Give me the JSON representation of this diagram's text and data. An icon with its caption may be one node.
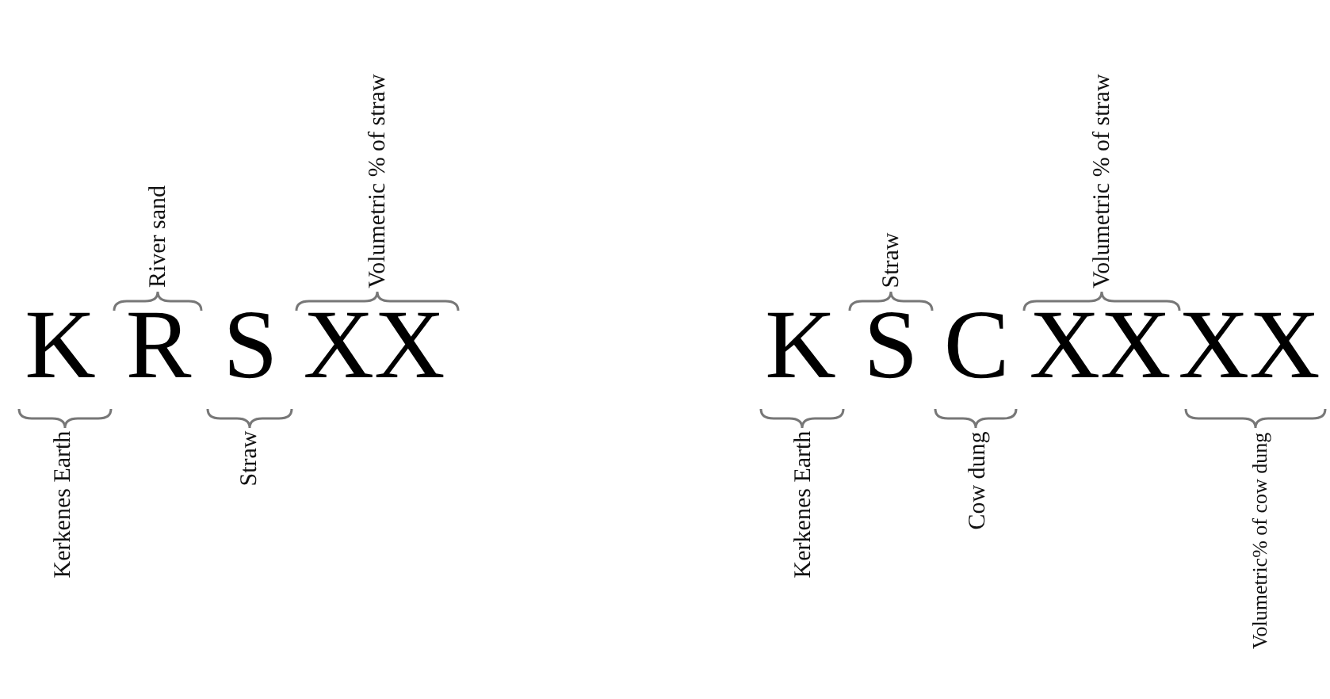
{
  "diagram": {
    "labels": [
      "K",
      "Kerkenes Earth",
      "R",
      "River sand",
      "S",
      "Straw",
      "XX",
      "Volumetric % of straw",
      "K",
      "Kerkenes Earth",
      "S",
      "Straw",
      "C",
      "Cow dung",
      "XX",
      "Volumetric % of straw",
      "XX",
      "Volumetric% of cow dung"
    ]
  }
}
